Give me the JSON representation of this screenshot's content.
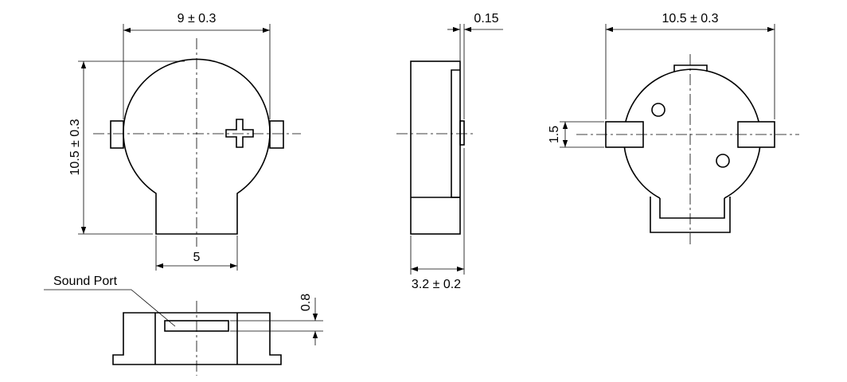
{
  "colors": {
    "line": "#000000",
    "background": "#ffffff"
  },
  "top_view": {
    "width_dim": "9 ± 0.3",
    "height_dim": "10.5 ± 0.3",
    "neck_dim": "5"
  },
  "side_view": {
    "plate_dim": "0.15",
    "depth_dim": "3.2 ± 0.2"
  },
  "bottom_view": {
    "width_dim": "10.5 ± 0.3",
    "pin_dim": "1.5"
  },
  "front_view": {
    "port_label": "Sound Port",
    "port_dim": "0.8"
  }
}
